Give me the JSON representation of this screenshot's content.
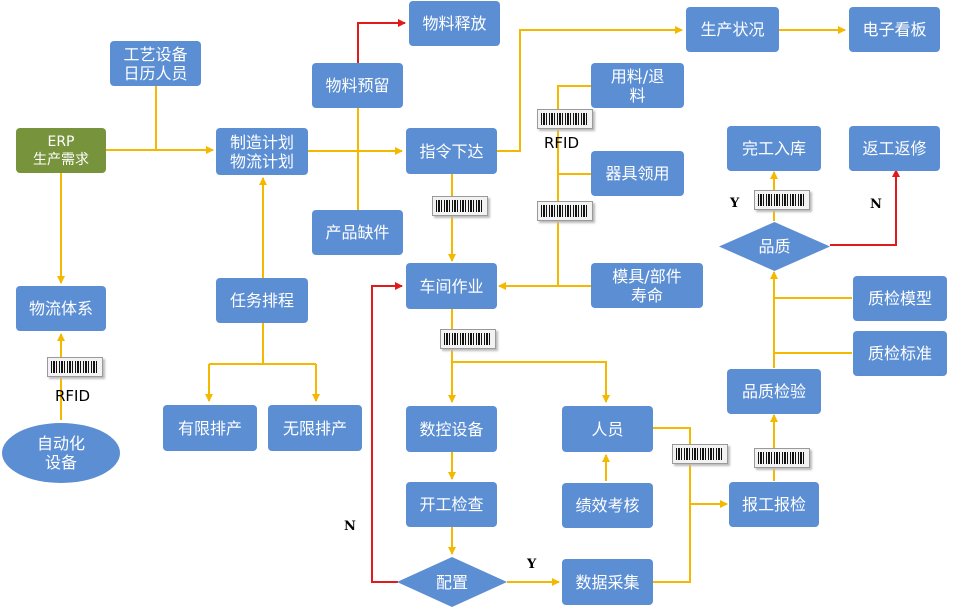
{
  "nodes": {
    "erp": "ERP\n生产需求",
    "process_equipment": "工艺设备\n日历人员",
    "manufacturing_plan": "制造计划\n物流计划",
    "material_reserve": "物料预留",
    "material_release": "物料释放",
    "product_shortage": "产品缺件",
    "order_issue": "指令下达",
    "production_status": "生产状况",
    "electronic_board": "电子看板",
    "material_use_return": "用料/退\n料",
    "tool_requisition": "器具领用",
    "workshop_operation": "车间作业",
    "mold_part_life": "模具/部件\n寿命",
    "logistics_system": "物流体系",
    "task_scheduling": "任务排程",
    "finite_scheduling": "有限排产",
    "infinite_scheduling": "无限排产",
    "automation_equipment": "自动化\n设备",
    "cnc_equipment": "数控设备",
    "start_check": "开工检查",
    "configuration": "配置",
    "data_collection": "数据采集",
    "personnel": "人员",
    "performance_review": "绩效考核",
    "work_report": "报工报检",
    "quality_inspection": "品质检验",
    "quality_standard": "质检标准",
    "quality_model": "质检模型",
    "quality": "品质",
    "completion_storage": "完工入库",
    "rework": "返工返修"
  },
  "labels": {
    "rfid_top": "RFID",
    "rfid_left": "RFID",
    "yes_config": "Y",
    "no_config": "N",
    "yes_quality": "Y",
    "no_quality": "N"
  },
  "colors": {
    "node_fill": "#5B8ED3",
    "erp_fill": "#77933C",
    "flow_arrow": "#F5B800",
    "reject_arrow": "#E01B1B"
  }
}
